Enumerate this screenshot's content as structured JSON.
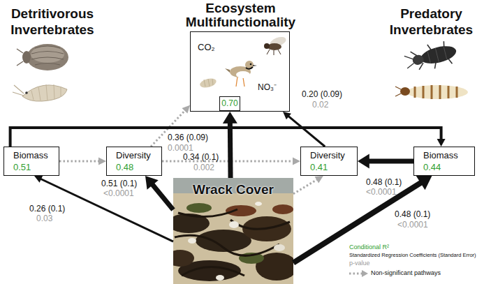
{
  "diagram": {
    "nodes": [
      {
        "text": [
          "Ecosystem Multifunctionality",
          "CO₂",
          "NO₃⁻"
        ]
      },
      {
        "text": [
          "0.70"
        ],
        "in": 0
      },
      {
        "text": [
          "Biomass",
          "0.51"
        ]
      },
      {
        "text": [
          "Diversity",
          "0.48"
        ]
      },
      {
        "text": [
          "Diversity",
          "0.41"
        ]
      },
      {
        "text": [
          "Biomass",
          "0.44"
        ]
      },
      {
        "text": [
          "Wrack Cover"
        ]
      }
    ],
    "edges": [
      {
        "from": 2,
        "to": 3,
        "arrow": "to"
      },
      {
        "from": 3,
        "to": 0,
        "arrow": "to"
      },
      {
        "from": 3,
        "to": 4,
        "arrow": "to"
      },
      {
        "from": 2,
        "to": 5,
        "label": "0.36 (0.09)",
        "arrow": "to"
      },
      {
        "from": 6,
        "to": 0,
        "label": "0.34 (0.1)",
        "arrow": "to"
      },
      {
        "from": 4,
        "to": 0,
        "label": "0.20 (0.09)",
        "arrow": "to"
      },
      {
        "from": 5,
        "to": 4,
        "label": "0.48 (0.1)",
        "arrow": "to"
      },
      {
        "from": 6,
        "to": 2,
        "label": "0.26 (0.1)",
        "arrow": "to"
      },
      {
        "from": 6,
        "to": 3,
        "label": "0.51 (0.1)",
        "arrow": "to"
      },
      {
        "from": 6,
        "to": 4,
        "arrow": "to"
      },
      {
        "from": 6,
        "to": 5,
        "label": "0.48 (0.1)",
        "arrow": "to"
      }
    ],
    "labels": [
      "Detritivorous Invertebrates",
      "Predatory Invertebrates",
      "0.0001",
      "0.002",
      "0.02",
      "<0.0001",
      "0.03",
      "<0.0001",
      "<0.0001"
    ],
    "legend": [
      {
        "text": "Conditional R²"
      },
      {
        "text": "Standardized Regression Coefficients (Standard Error)"
      },
      {
        "text": "p-value"
      },
      {
        "text": "Non-significant pathways"
      }
    ]
  }
}
